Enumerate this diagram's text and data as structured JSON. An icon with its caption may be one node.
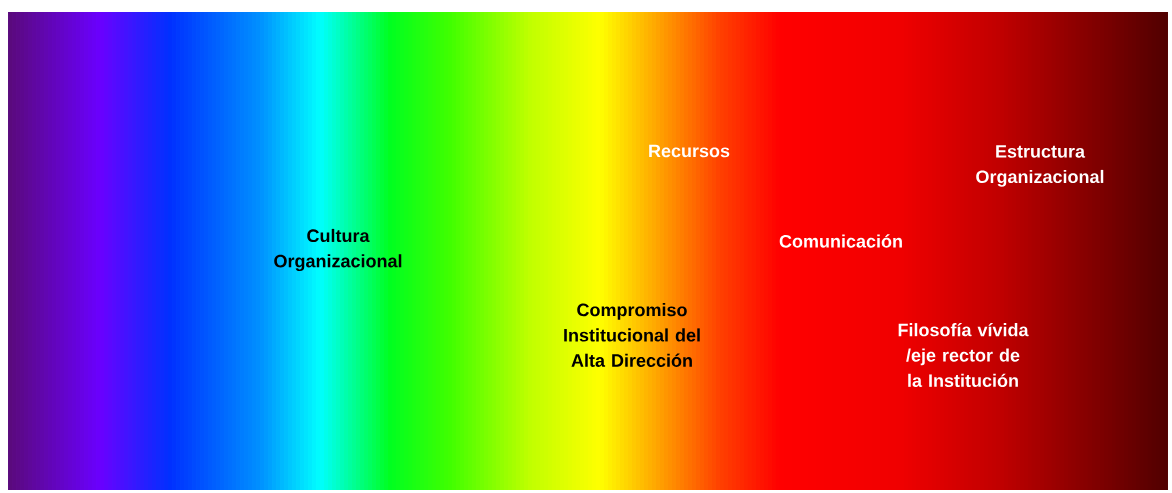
{
  "diagram": {
    "labels": [
      "Recursos",
      "Estructura Organizacional",
      "Cultura Organizacional",
      "Comunicación",
      "Compromiso Institucional del Alta Dirección",
      "Filosofía vívida /eje rector de la Institución"
    ]
  }
}
